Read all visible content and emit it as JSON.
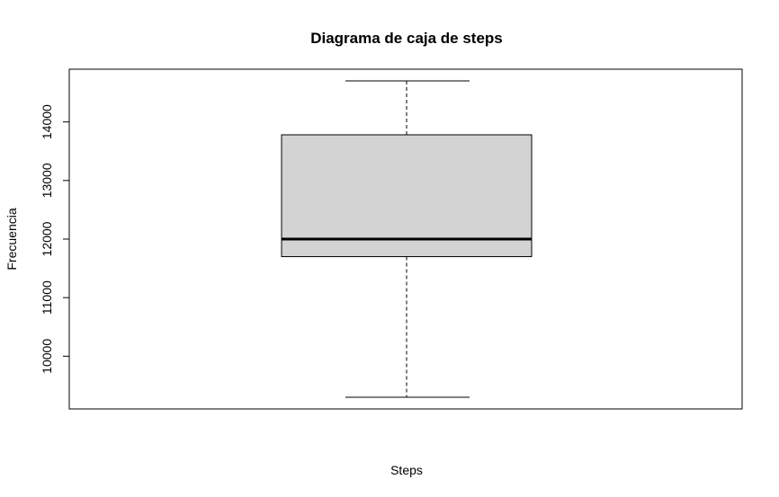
{
  "chart_data": {
    "type": "box",
    "title": "Diagrama de caja de steps",
    "xlabel": "Steps",
    "ylabel": "Frecuencia",
    "ylim": [
      9100,
      14900
    ],
    "yticks": [
      10000,
      11000,
      12000,
      13000,
      14000
    ],
    "ytick_labels": [
      "10000",
      "11000",
      "12000",
      "13000",
      "14000"
    ],
    "box": {
      "min": 9300,
      "q1": 11700,
      "median": 12000,
      "q3": 13780,
      "max": 14700
    },
    "colors": {
      "box_fill": "#d3d3d3",
      "stroke": "#000000",
      "background": "#ffffff"
    },
    "grid": false,
    "legend": "none"
  }
}
